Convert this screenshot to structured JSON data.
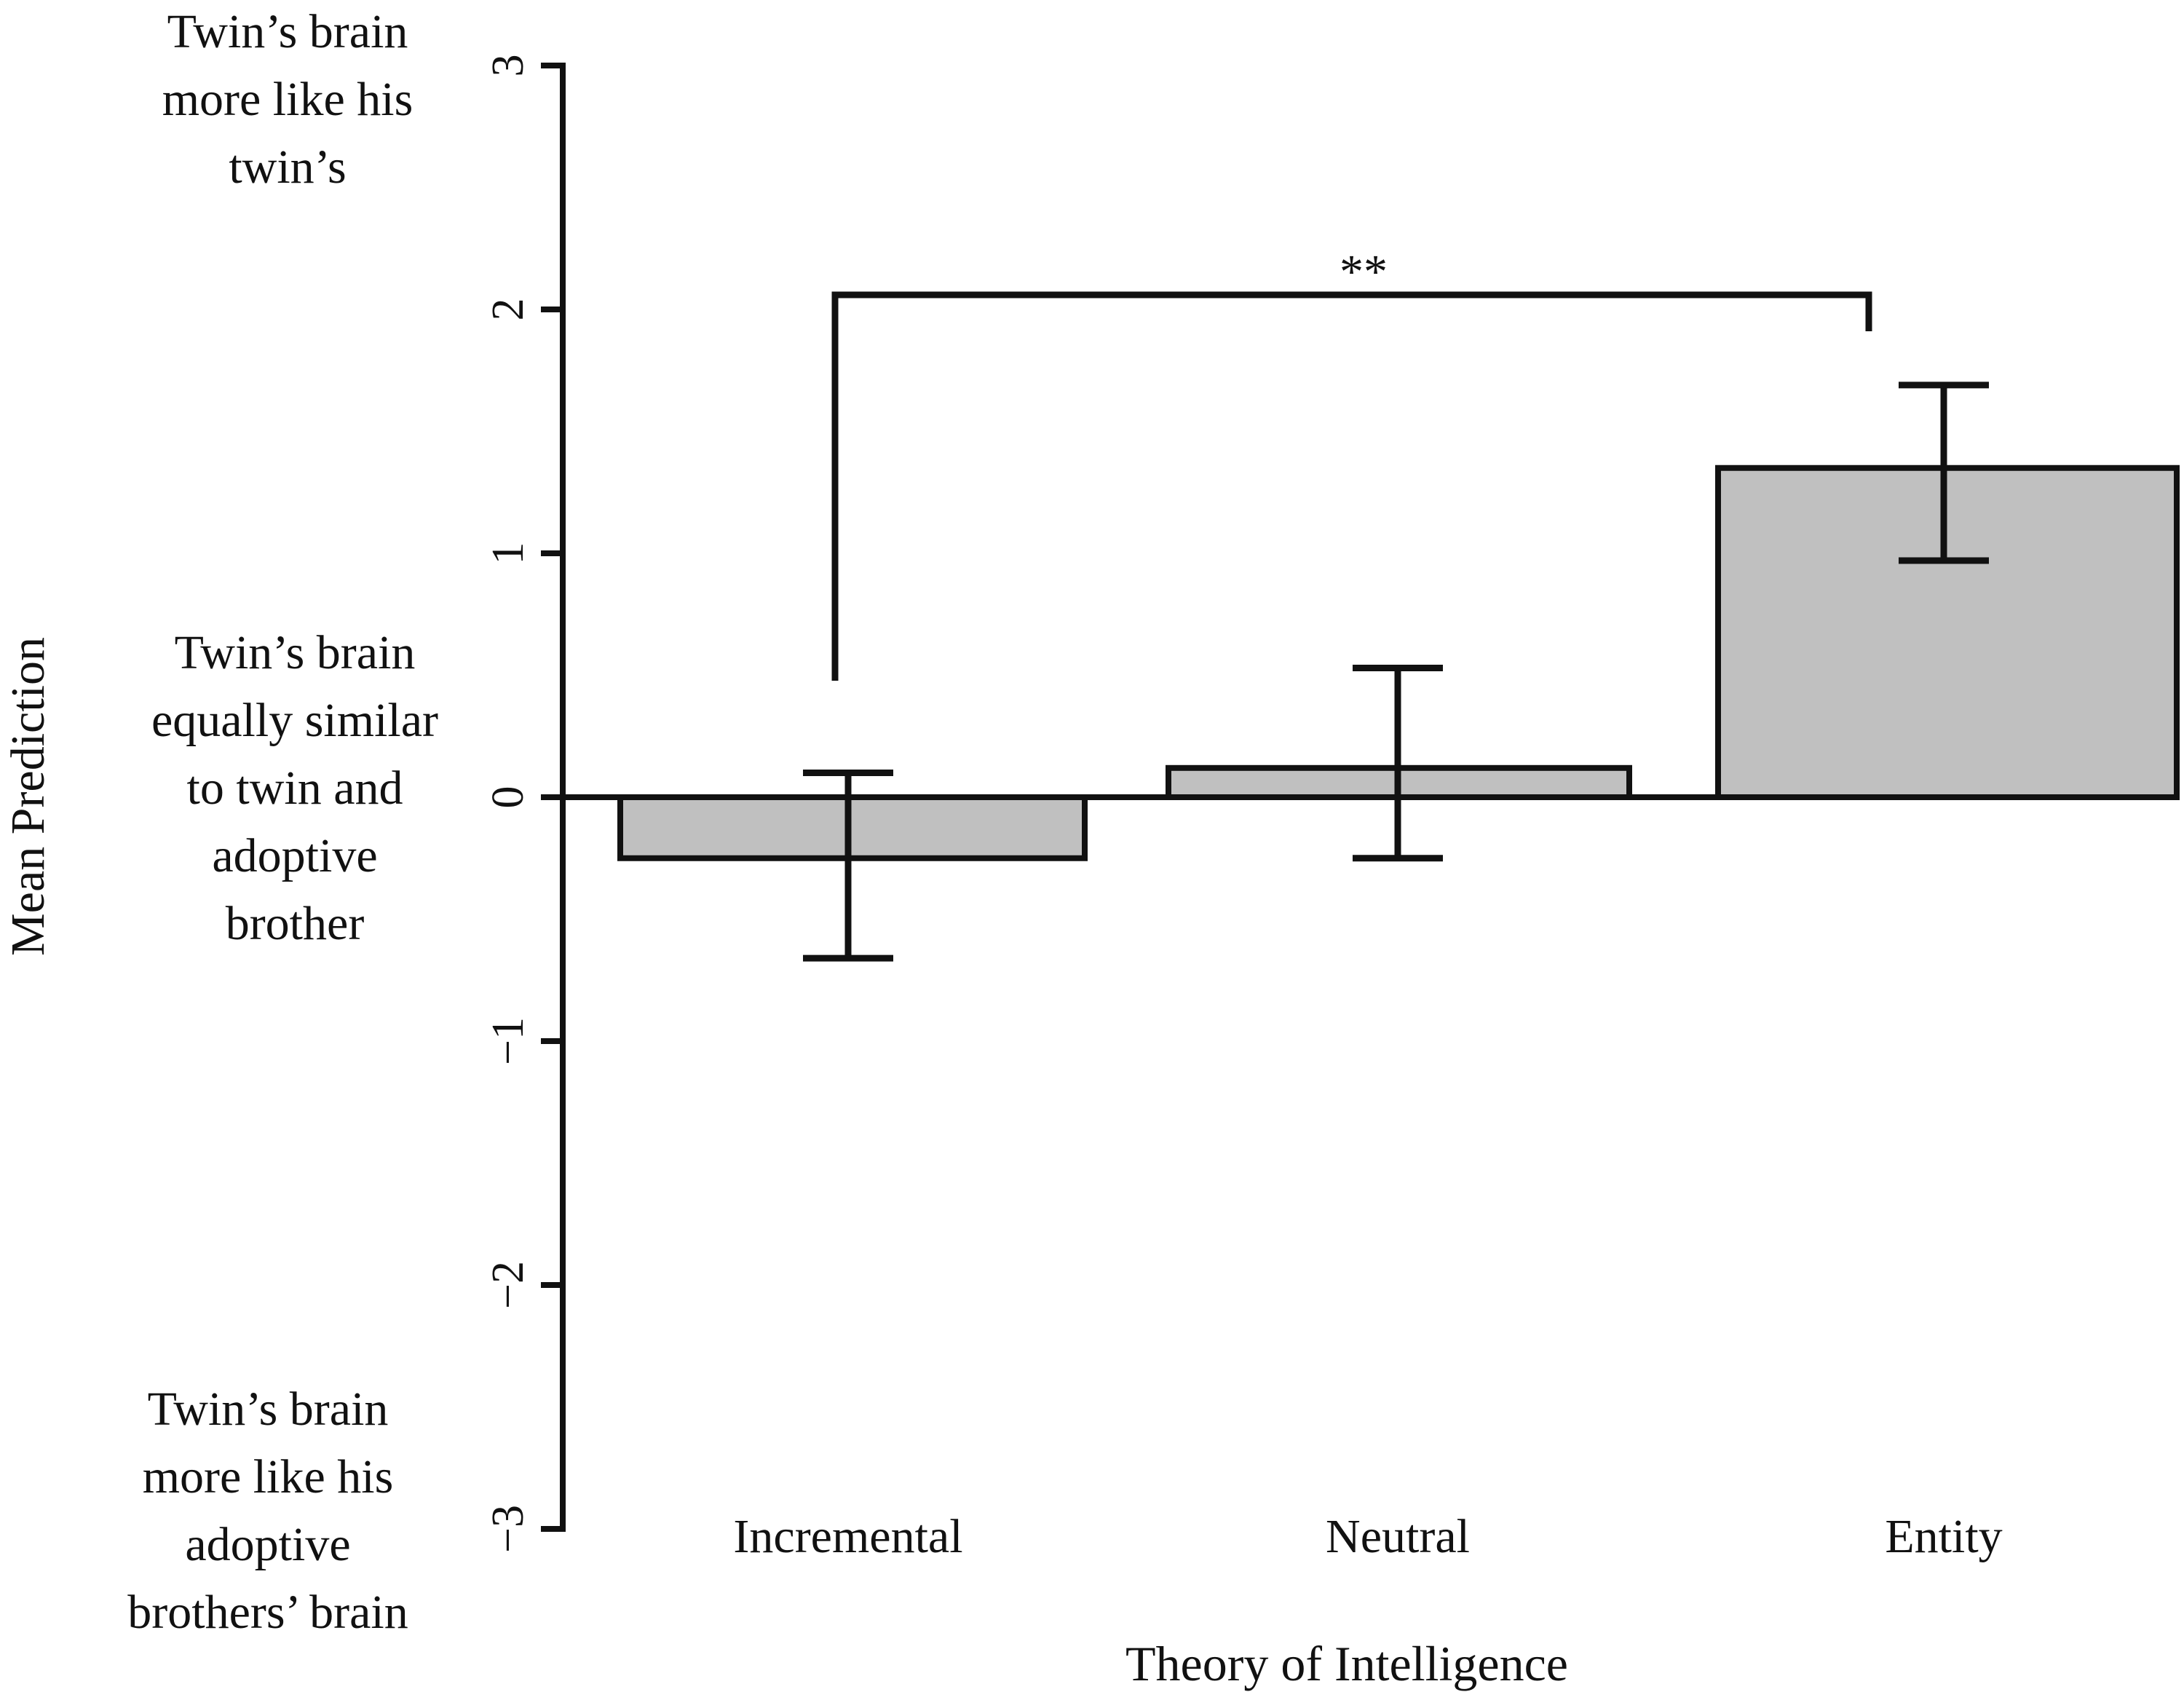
{
  "chart_data": {
    "type": "bar",
    "title": "",
    "xlabel": "Theory of Intelligence",
    "ylabel": "Mean Prediction",
    "categories": [
      "Incremental",
      "Neutral",
      "Entity"
    ],
    "values": [
      -0.25,
      0.12,
      1.35
    ],
    "error_low": [
      -0.66,
      -0.25,
      0.97
    ],
    "error_high": [
      0.1,
      0.53,
      1.69
    ],
    "ylim": [
      -3,
      3
    ],
    "yticks": [
      "−3",
      "−2",
      "−1",
      "0",
      "1",
      "2",
      "3"
    ],
    "grid": false,
    "bar_color": "#c0c0c0",
    "edge_color": "#111111",
    "anchor_labels": {
      "top": [
        "Twin’s brain",
        "more like his",
        "twin’s"
      ],
      "middle": [
        "Twin’s brain",
        "equally similar",
        "to twin and",
        "adoptive",
        "brother"
      ],
      "bottom": [
        "Twin’s brain",
        "more like his",
        "adoptive",
        "brothers’ brain"
      ]
    },
    "significance": {
      "label": "**",
      "from": "Incremental",
      "to": "Entity"
    }
  }
}
